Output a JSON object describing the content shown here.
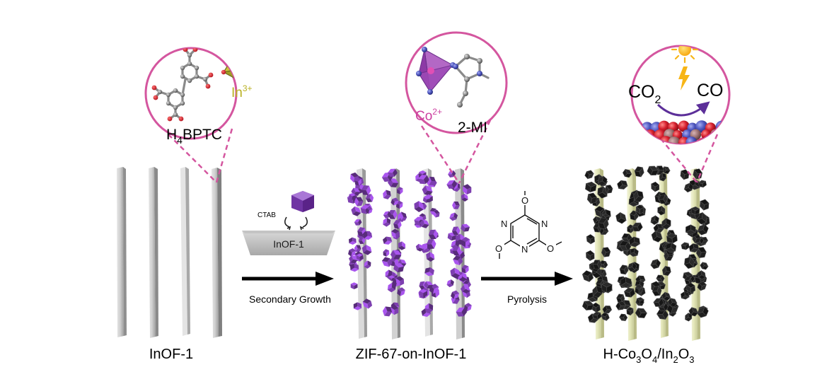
{
  "stages": [
    {
      "label": "InOF-1"
    },
    {
      "label": "ZIF-67-on-InOF-1"
    },
    {
      "label_parts": [
        {
          "t": "H-Co",
          "sub": false
        },
        {
          "t": "3",
          "sub": true
        },
        {
          "t": "O",
          "sub": false
        },
        {
          "t": "4",
          "sub": true
        },
        {
          "t": "/In",
          "sub": false
        },
        {
          "t": "2",
          "sub": true
        },
        {
          "t": "O",
          "sub": false
        },
        {
          "t": "3",
          "sub": true
        }
      ]
    }
  ],
  "insets": {
    "ligand1": {
      "label_parts": [
        {
          "t": "H",
          "sub": false
        },
        {
          "t": "4",
          "sub": true
        },
        {
          "t": "BPTC",
          "sub": false
        }
      ],
      "ion_base": "In",
      "ion_charge": "3+"
    },
    "ligand2": {
      "ion_base": "Co",
      "ion_charge": "2+",
      "ligand_label": "2-MI"
    },
    "reaction": {
      "reactant_base": "CO",
      "reactant_sub": "2",
      "product": "CO"
    }
  },
  "steps": {
    "step1": {
      "label": "Secondary Growth",
      "surfactant": "CTAB",
      "substrate": "InOF-1"
    },
    "step2": {
      "label": "Pyrolysis"
    }
  },
  "colors": {
    "inset_circle": "#d4569f",
    "zif_crystal": "#7d3fb0",
    "oxide_crystal": "#1f1f1f",
    "rod_gray": "#b4b4b4",
    "rod_pale_yellow": "#eef0cc",
    "arrow": "#000000",
    "in_ion_text": "#b8b020",
    "co_ion_text": "#cc3fa0",
    "curved_arrow": "#5c2f99",
    "sun": "#f7b516",
    "oxygen_red": "#d6202e",
    "cobalt_blue": "#4f57c0",
    "indium_brown": "#a07676"
  },
  "icons": [
    "sun-icon",
    "lightning-icon",
    "triazine-structure-icon",
    "rhombic-dodecahedron-icon"
  ]
}
